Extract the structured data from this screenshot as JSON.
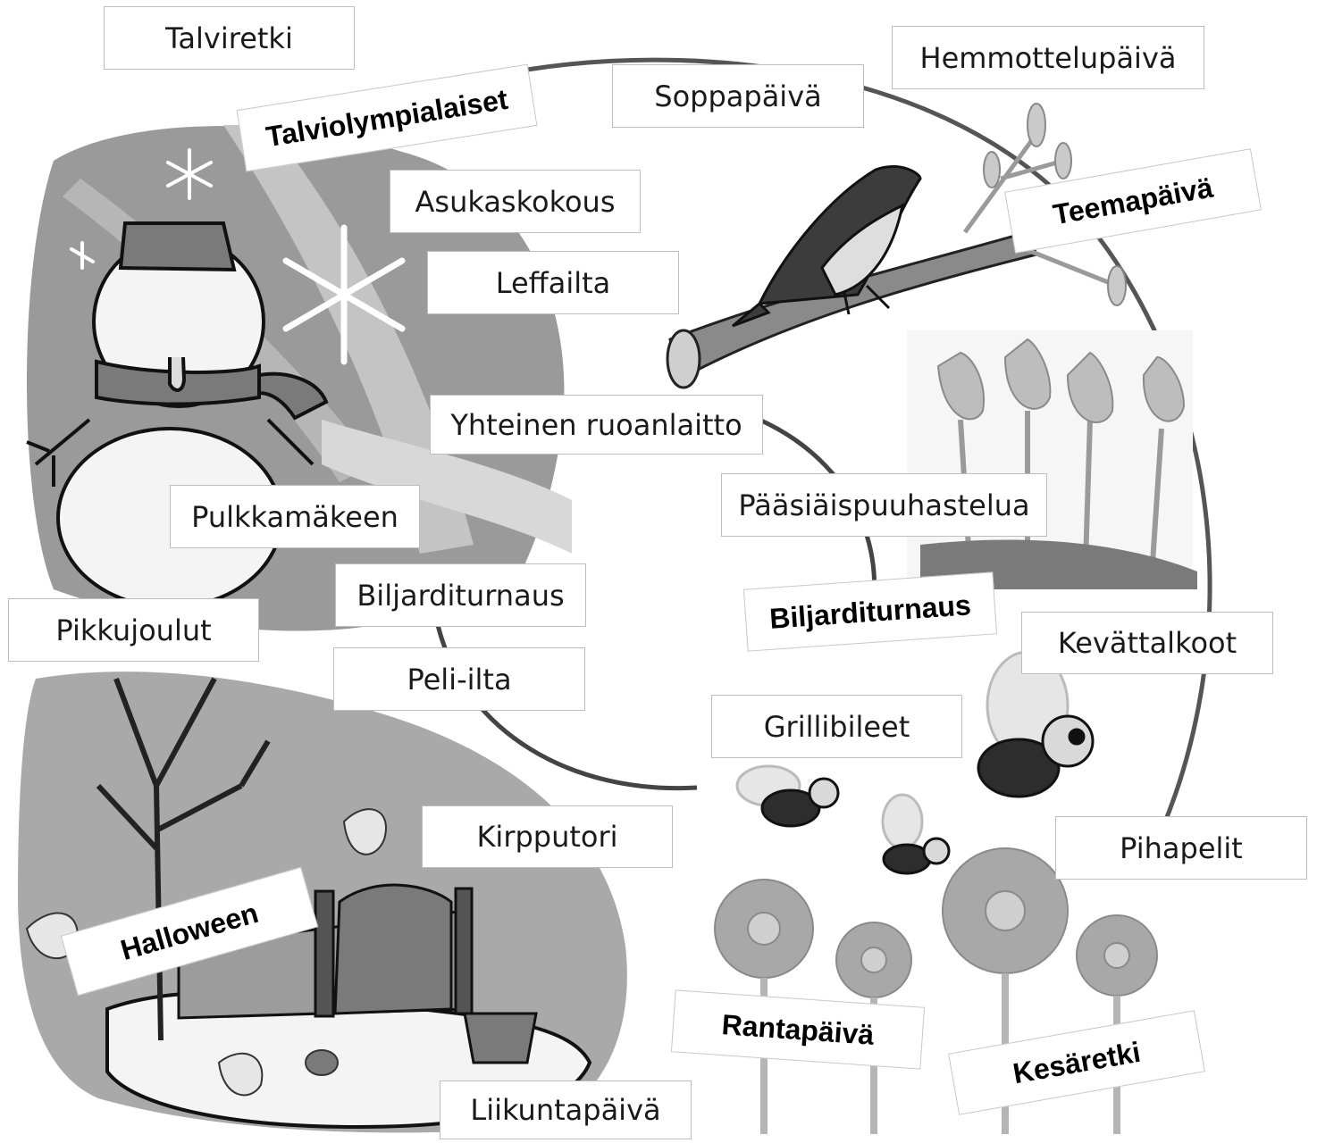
{
  "activities": {
    "talviretki": "Talviretki",
    "talviolympialaiset": "Talviolympialaiset",
    "soppapaiva": "Soppapäivä",
    "hemmottelupaiva": "Hemmottelupäivä",
    "asukaskokous": "Asukaskokous",
    "leffailta": "Leffailta",
    "teemapaiva": "Teemapäivä",
    "yhteinen_ruoanlaitto": "Yhteinen ruoanlaitto",
    "paasiaispuuhastelua": "Pääsiäispuuhastelua",
    "pulkkamakeen": "Pulkkamäkeen",
    "biljarditurnaus_1": "Biljarditurnaus",
    "biljarditurnaus_2": "Biljarditurnaus",
    "pikkujoulut": "Pikkujoulut",
    "kevattalkoot": "Kevättalkoot",
    "peli_ilta": "Peli-ilta",
    "grillibileet": "Grillibileet",
    "kirpputori": "Kirpputori",
    "pihapelit": "Pihapelit",
    "halloween": "Halloween",
    "rantapaiva": "Rantapäivä",
    "kesaretki": "Kesäretki",
    "liikuntapaiva": "Liikuntapäivä"
  },
  "colors": {
    "cycle_line": "#555555",
    "winter_bg": "#9a9a9a",
    "spring_flowers": "#b0b0b0",
    "label_border": "#bdbdbd"
  }
}
